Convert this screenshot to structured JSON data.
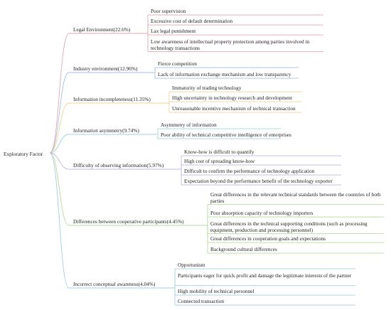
{
  "root": {
    "label": "Exploratory Factor"
  },
  "factors": [
    {
      "label": "Legal Environment(22.6%)",
      "color": "#e3a6ad",
      "children": [
        "Poor supervision",
        "Excessive cost of default determination",
        "Lax legal punishment",
        "Low awareness of intellectual property protection among parties involved in technology transactions"
      ]
    },
    {
      "label": "Industry environment(12.96%)",
      "color": "#a3bfe0",
      "children": [
        "Fierce  competition",
        "Lack of information exchange mechanism and low transparency"
      ]
    },
    {
      "label": "Information incompleteness(11.35%)",
      "color": "#ecd498",
      "children": [
        "Immaturity of trading technology",
        "High uncertainty in technology research and development",
        "Unreasonable incentive mechanism of technical transaction"
      ]
    },
    {
      "label": "Information asymmetry(9.74%)",
      "color": "#a5d3d8",
      "children": [
        "Asymmetry of information",
        "Poor ability of technical competitive intelligence of  enterprises"
      ]
    },
    {
      "label": "Difficulty of observing information(5.97%)",
      "color": "#c6b6dc",
      "children": [
        "Know-how is difficult to quantify",
        "High cost of spreading know-how",
        "Difficult to confirm the performance of technology application",
        "Expectation beyond the performance benefit of the technology exporter"
      ]
    },
    {
      "label": "Differences between cooperative participants(4.45%)",
      "color": "#b9d89e",
      "children": [
        "Great differences in the relevant technical standards between the countries of both parties",
        "Poor absorption capacity of technology importers",
        "Great differences in the technical supporting conditions (such as processing equipment, production and processing personnel)",
        "Great differences in cooperation goals and expectations",
        "Background cultural differences"
      ]
    },
    {
      "label": "Incorrect conceptual awareness(4.04%)",
      "color": "#a6cddc",
      "children": [
        "Opportunism",
        "Participants eager for quick profit  and damage the legitimate interests of the partner",
        "High mobility of technical personnel",
        "Connected transaction"
      ]
    }
  ]
}
